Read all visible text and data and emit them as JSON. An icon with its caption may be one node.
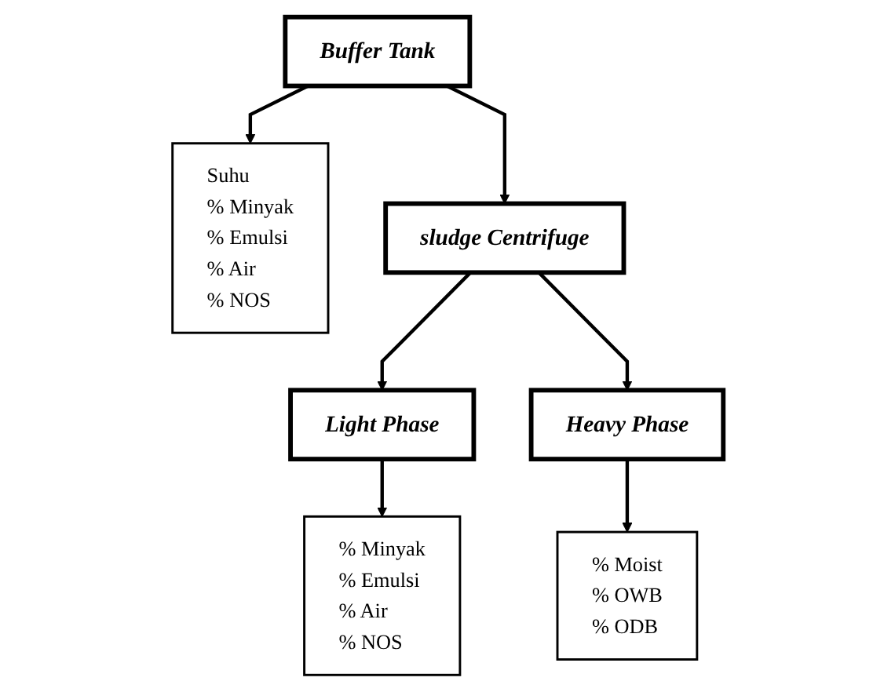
{
  "diagram": {
    "nodes": [
      {
        "text": [
          "Buffer Tank"
        ]
      },
      {
        "text": [
          "Suhu",
          "% Minyak",
          "% Emulsi",
          "% Air",
          "% NOS"
        ]
      },
      {
        "text": [
          "sludge Centrifuge"
        ]
      },
      {
        "text": [
          "Light Phase"
        ]
      },
      {
        "text": [
          "% Minyak",
          "% Emulsi",
          "% Air",
          "% NOS"
        ]
      },
      {
        "text": [
          "Heavy Phase"
        ]
      },
      {
        "text": [
          "% Moist",
          "% OWB",
          "% ODB"
        ]
      }
    ],
    "edges": [
      {
        "from": 0,
        "to": 1,
        "arrow": "to"
      },
      {
        "from": 0,
        "to": 2,
        "arrow": "to"
      },
      {
        "from": 2,
        "to": 3,
        "arrow": "to"
      },
      {
        "from": 3,
        "to": 4,
        "arrow": "to"
      },
      {
        "from": 2,
        "to": 5,
        "arrow": "to"
      },
      {
        "from": 5,
        "to": 6,
        "arrow": "to"
      }
    ]
  }
}
